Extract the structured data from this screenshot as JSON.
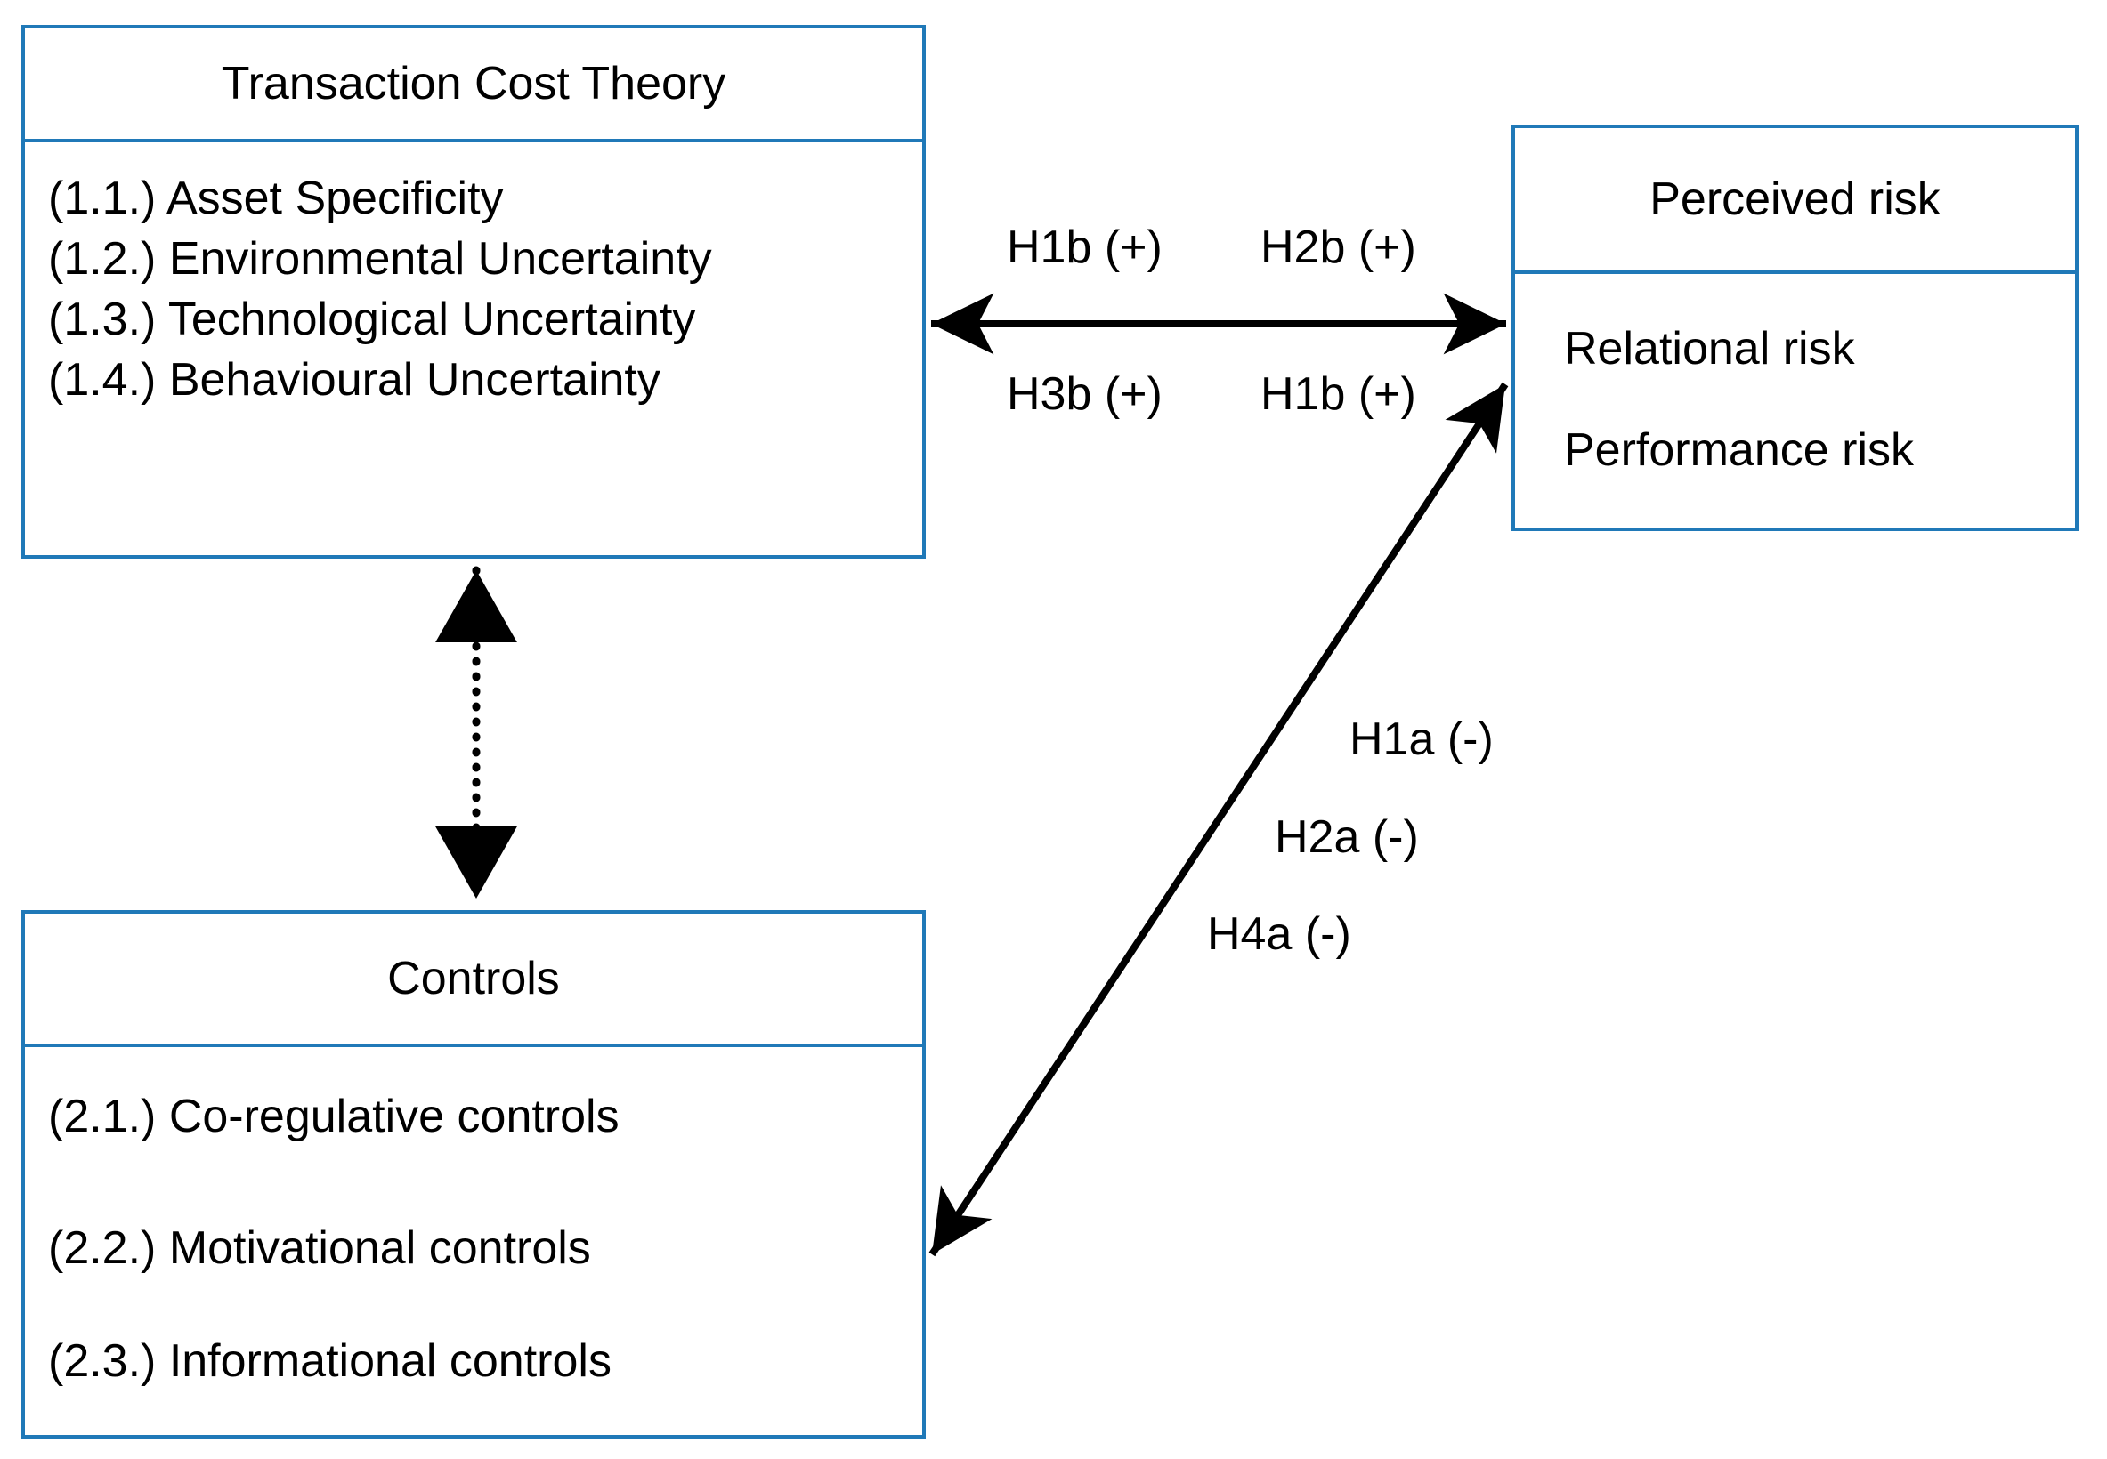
{
  "diagram": {
    "title_present": false,
    "background_color": "#ffffff",
    "box_border_color": "#2079B8",
    "arrow_color": "#000000"
  },
  "boxes": {
    "transaction_cost_theory": {
      "header": "Transaction Cost Theory",
      "items": [
        "(1.1.) Asset Specificity",
        "(1.2.)  Environmental Uncertainty",
        "(1.3.)  Technological Uncertainty",
        "(1.4.)  Behavioural Uncertainty"
      ]
    },
    "perceived_risk": {
      "header": "Perceived risk",
      "items": [
        "Relational risk",
        "Performance risk"
      ]
    },
    "controls": {
      "header": "Controls",
      "items": [
        "(2.1.) Co-regulative controls",
        "(2.2.)  Motivational controls",
        "(2.3.)  Informational controls"
      ]
    }
  },
  "edge_labels": {
    "tct_risk_above": [
      "H1b (+)",
      "H2b (+)"
    ],
    "tct_risk_below": [
      "H3b (+)",
      "H1b (+)"
    ],
    "controls_risk": [
      "H1a (-)",
      "H2a (-)",
      "H4a (-)"
    ]
  },
  "connections": [
    {
      "name": "tct-to-perceived-risk",
      "from": "transaction_cost_theory",
      "to": "perceived_risk",
      "style": "solid",
      "heads": "double",
      "labels": [
        "H1b (+)",
        "H2b (+)",
        "H3b (+)",
        "H1b (+)"
      ]
    },
    {
      "name": "controls-to-perceived-risk",
      "from": "controls",
      "to": "perceived_risk",
      "style": "solid",
      "heads": "double",
      "labels": [
        "H1a (-)",
        "H2a (-)",
        "H4a (-)"
      ]
    },
    {
      "name": "tct-to-controls",
      "from": "transaction_cost_theory",
      "to": "controls",
      "style": "dotted",
      "heads": "double",
      "labels": []
    }
  ]
}
